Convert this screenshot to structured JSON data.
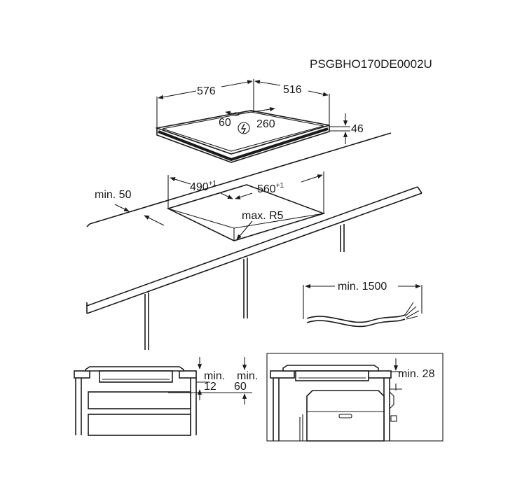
{
  "diagram": {
    "code": "PSGBHO170DE0002U",
    "hob_width": "576",
    "hob_depth": "516",
    "hob_height": "46",
    "connector_left": "60",
    "connector_right": "260",
    "cutout_width": "490",
    "cutout_width_tol": "+1",
    "cutout_depth": "560",
    "cutout_depth_tol": "+1",
    "edge_min": "min. 50",
    "radius": "max. R5",
    "cable_min": "min. 1500",
    "gap_min_label": "min.",
    "gap_min_value": "12",
    "space_min_label": "min.",
    "space_min_value": "60",
    "oven_min": "min. 28"
  }
}
